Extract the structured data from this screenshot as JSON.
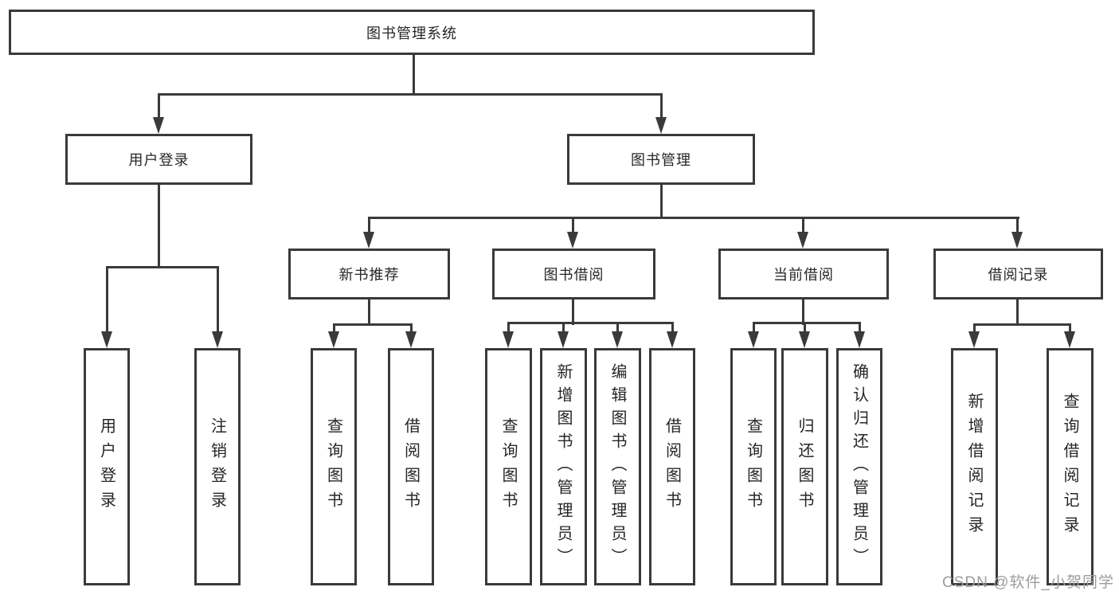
{
  "colors": {
    "line": "#3a3a3a",
    "text": "#262626",
    "box_background": "#ffffff",
    "page_background": "#ffffff",
    "watermark": "#9c9c9c"
  },
  "watermark": {
    "text": "CSDN @软件_小贺同学"
  },
  "tree": {
    "root": {
      "label": "图书管理系统"
    },
    "children": [
      {
        "label": "用户登录",
        "children": [
          {
            "label": "用户登录"
          },
          {
            "label": "注销登录"
          }
        ]
      },
      {
        "label": "图书管理",
        "children": [
          {
            "label": "新书推荐",
            "children": [
              {
                "label": "查询图书"
              },
              {
                "label": "借阅图书"
              }
            ]
          },
          {
            "label": "图书借阅",
            "children": [
              {
                "label": "查询图书"
              },
              {
                "label": "新增图书（管理员）"
              },
              {
                "label": "编辑图书（管理员）"
              },
              {
                "label": "借阅图书"
              }
            ]
          },
          {
            "label": "当前借阅",
            "children": [
              {
                "label": "查询图书"
              },
              {
                "label": "归还图书"
              },
              {
                "label": "确认归还（管理员）"
              }
            ]
          },
          {
            "label": "借阅记录",
            "children": [
              {
                "label": "新增借阅记录"
              },
              {
                "label": "查询借阅记录"
              }
            ]
          }
        ]
      }
    ]
  }
}
